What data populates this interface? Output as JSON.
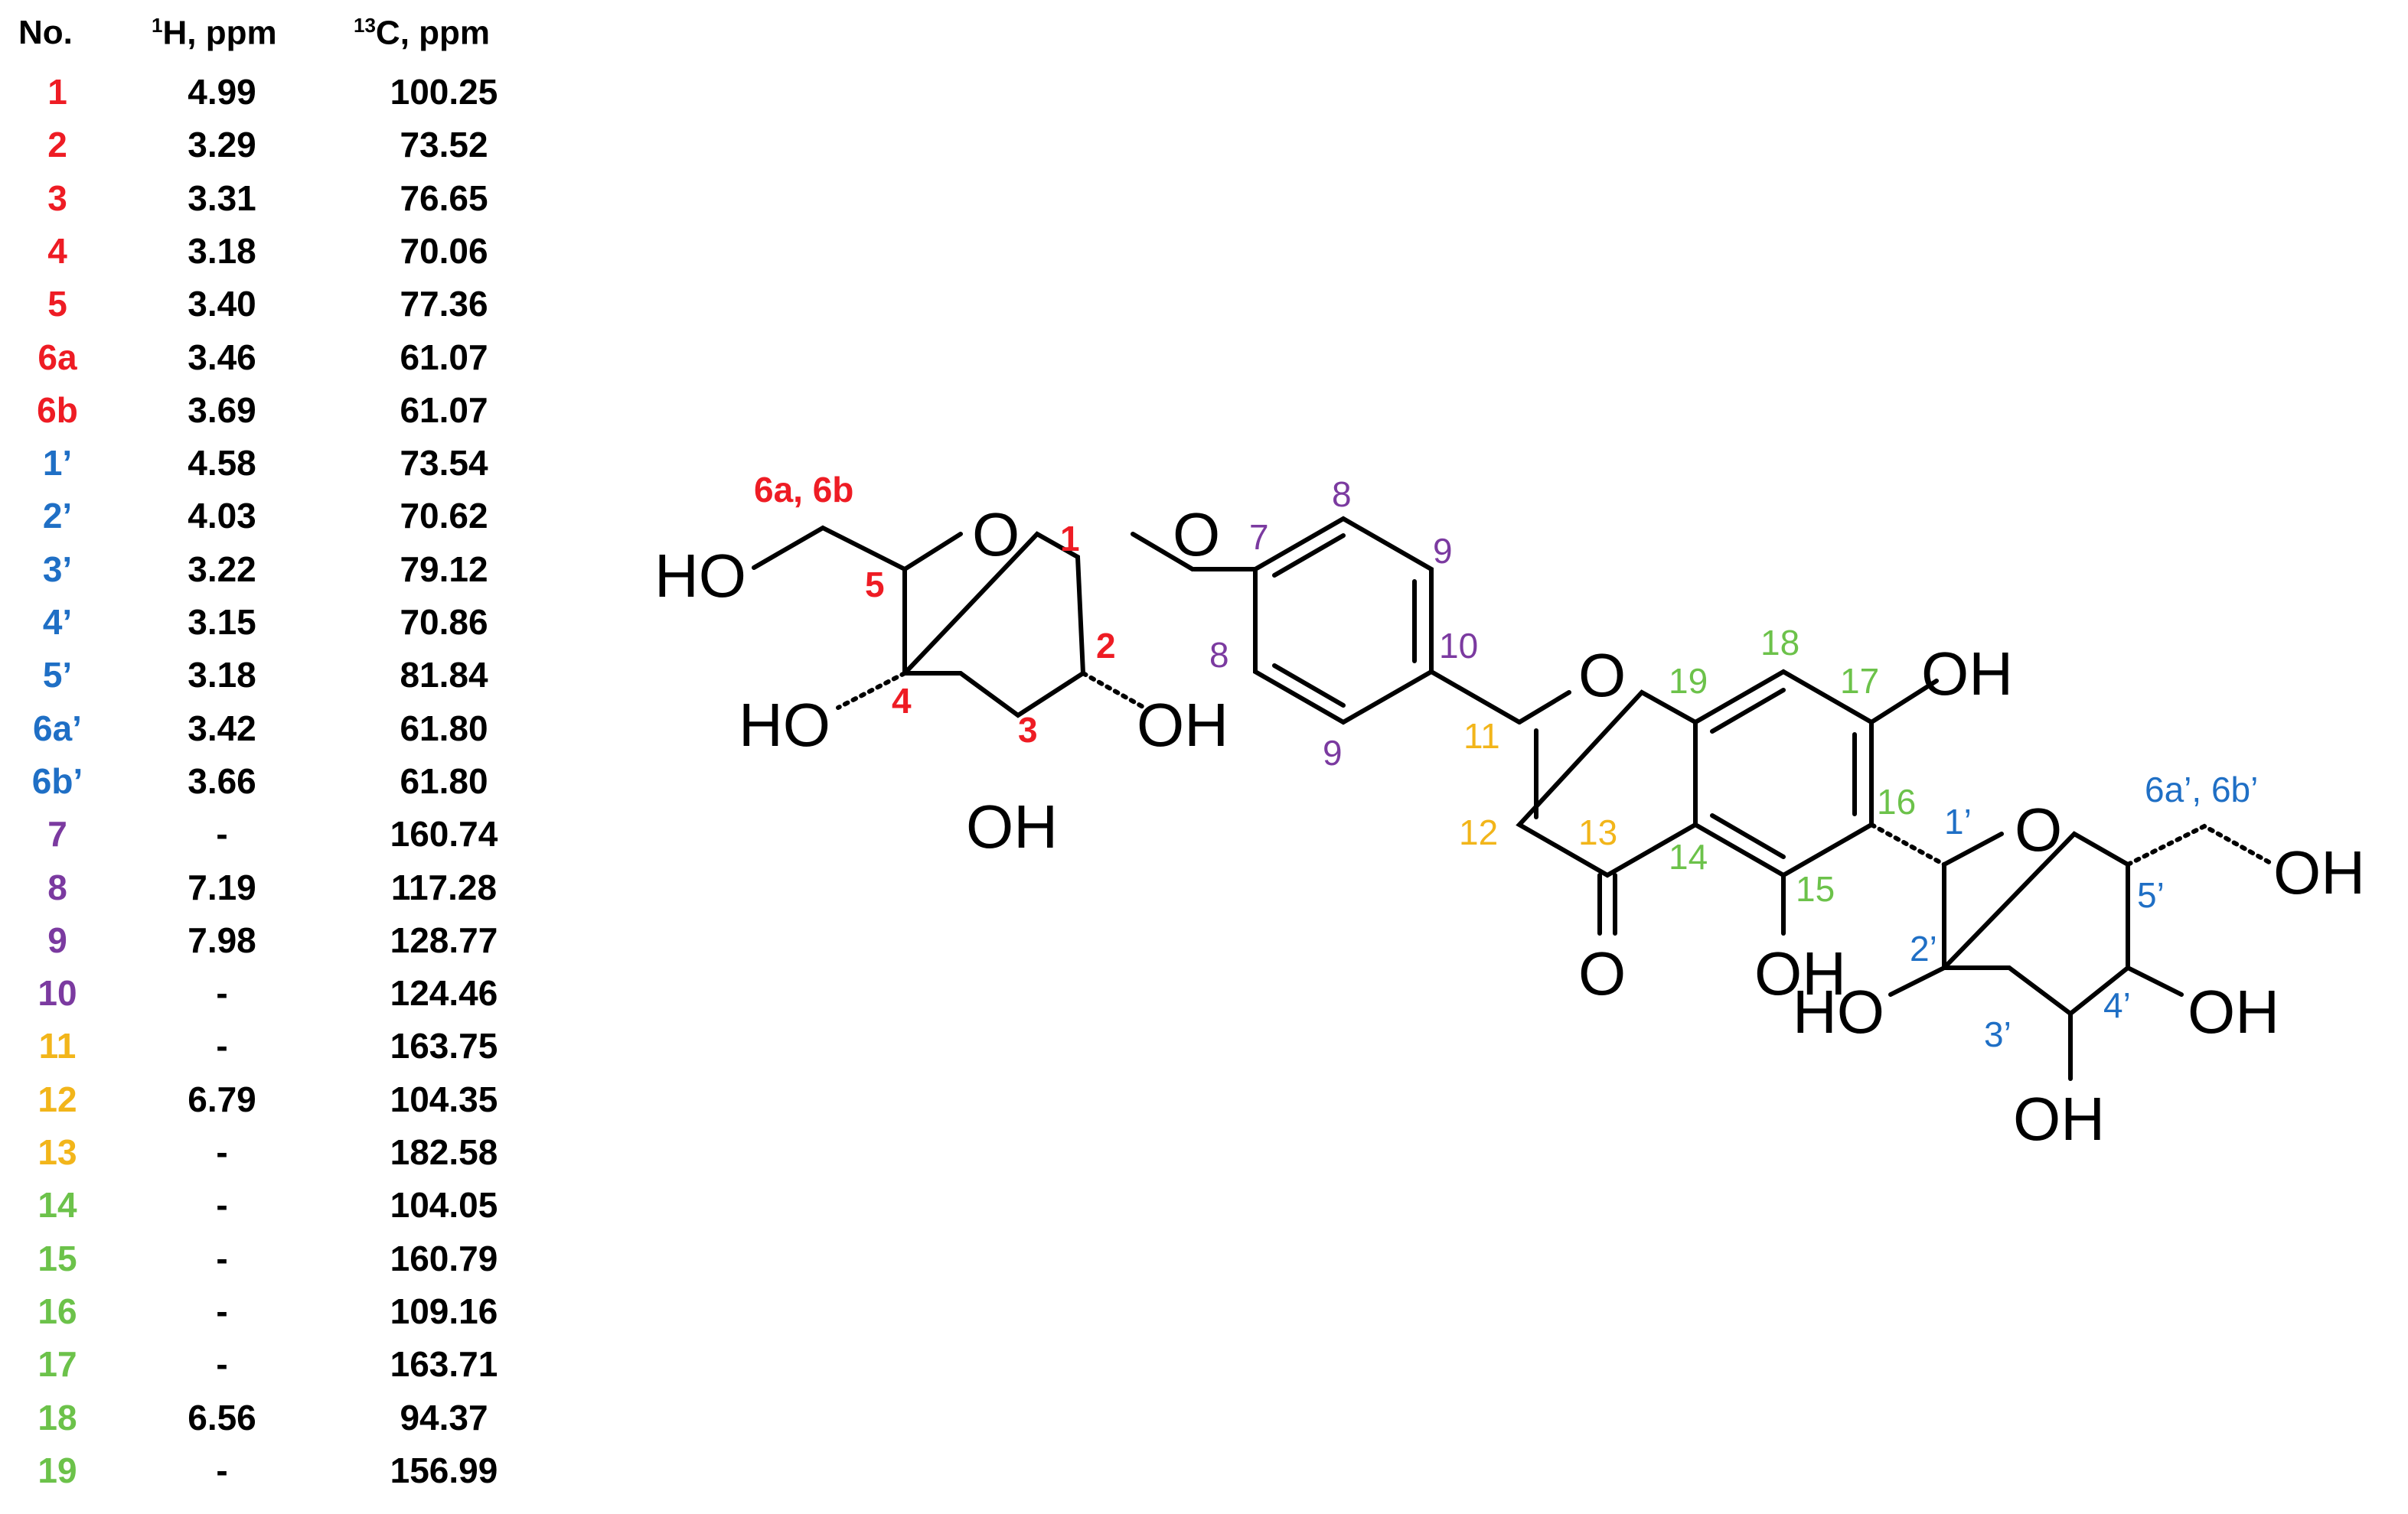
{
  "table": {
    "headers": {
      "no": "No.",
      "h_sup": "1",
      "h_rest": "H, ppm",
      "c_sup": "13",
      "c_rest": "C, ppm"
    },
    "rows": [
      {
        "no": "1",
        "h": "4.99",
        "c": "100.25",
        "color": "#ee1c24"
      },
      {
        "no": "2",
        "h": "3.29",
        "c": "73.52",
        "color": "#ee1c24"
      },
      {
        "no": "3",
        "h": "3.31",
        "c": "76.65",
        "color": "#ee1c24"
      },
      {
        "no": "4",
        "h": "3.18",
        "c": "70.06",
        "color": "#ee1c24"
      },
      {
        "no": "5",
        "h": "3.40",
        "c": "77.36",
        "color": "#ee1c24"
      },
      {
        "no": "6a",
        "h": "3.46",
        "c": "61.07",
        "color": "#ee1c24"
      },
      {
        "no": "6b",
        "h": "3.69",
        "c": "61.07",
        "color": "#ee1c24"
      },
      {
        "no": "1’",
        "h": "4.58",
        "c": "73.54",
        "color": "#1f6fc5"
      },
      {
        "no": "2’",
        "h": "4.03",
        "c": "70.62",
        "color": "#1f6fc5"
      },
      {
        "no": "3’",
        "h": "3.22",
        "c": "79.12",
        "color": "#1f6fc5"
      },
      {
        "no": "4’",
        "h": "3.15",
        "c": "70.86",
        "color": "#1f6fc5"
      },
      {
        "no": "5’",
        "h": "3.18",
        "c": "81.84",
        "color": "#1f6fc5"
      },
      {
        "no": "6a’",
        "h": "3.42",
        "c": "61.80",
        "color": "#1f6fc5"
      },
      {
        "no": "6b’",
        "h": "3.66",
        "c": "61.80",
        "color": "#1f6fc5"
      },
      {
        "no": "7",
        "h": "-",
        "c": "160.74",
        "color": "#7b3aa0"
      },
      {
        "no": "8",
        "h": "7.19",
        "c": "117.28",
        "color": "#7b3aa0"
      },
      {
        "no": "9",
        "h": "7.98",
        "c": "128.77",
        "color": "#7b3aa0"
      },
      {
        "no": "10",
        "h": "-",
        "c": "124.46",
        "color": "#7b3aa0"
      },
      {
        "no": "11",
        "h": "-",
        "c": "163.75",
        "color": "#f2b51a"
      },
      {
        "no": "12",
        "h": "6.79",
        "c": "104.35",
        "color": "#f2b51a"
      },
      {
        "no": "13",
        "h": "-",
        "c": "182.58",
        "color": "#f2b51a"
      },
      {
        "no": "14",
        "h": "-",
        "c": "104.05",
        "color": "#6cc24a"
      },
      {
        "no": "15",
        "h": "-",
        "c": "160.79",
        "color": "#6cc24a"
      },
      {
        "no": "16",
        "h": "-",
        "c": "109.16",
        "color": "#6cc24a"
      },
      {
        "no": "17",
        "h": "-",
        "c": "163.71",
        "color": "#6cc24a"
      },
      {
        "no": "18",
        "h": "6.56",
        "c": "94.37",
        "color": "#6cc24a"
      },
      {
        "no": "19",
        "h": "-",
        "c": "156.99",
        "color": "#6cc24a"
      }
    ]
  },
  "structure": {
    "atoms": {
      "o": "O",
      "ho": "HO",
      "oh": "OH"
    },
    "labels": {
      "c1": "1",
      "c2": "2",
      "c3": "3",
      "c4": "4",
      "c5": "5",
      "c6": "6a, 6b",
      "c7": "7",
      "c8": "8",
      "c9": "9",
      "c10": "10",
      "c11": "11",
      "c12": "12",
      "c13": "13",
      "c14": "14",
      "c15": "15",
      "c16": "16",
      "c17": "17",
      "c18": "18",
      "c19": "19",
      "c1p": "1’",
      "c2p": "2’",
      "c3p": "3’",
      "c4p": "4’",
      "c5p": "5’",
      "c6p": "6a’, 6b’"
    },
    "colors": {
      "glucose_o": "#ee1c24",
      "glucose_c": "#1f6fc5",
      "phenyl": "#7b3aa0",
      "pyrone": "#f2b51a",
      "a_ring": "#6cc24a",
      "bond": "#000000"
    }
  }
}
